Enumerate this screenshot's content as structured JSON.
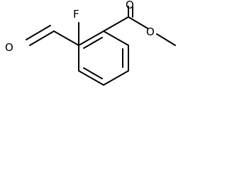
{
  "molecule": {
    "atoms": {
      "fluorine": "F",
      "carbonyl_oxygen_left": "O",
      "carbonyl_oxygen_ester": "O",
      "ether_oxygen": "O"
    }
  }
}
